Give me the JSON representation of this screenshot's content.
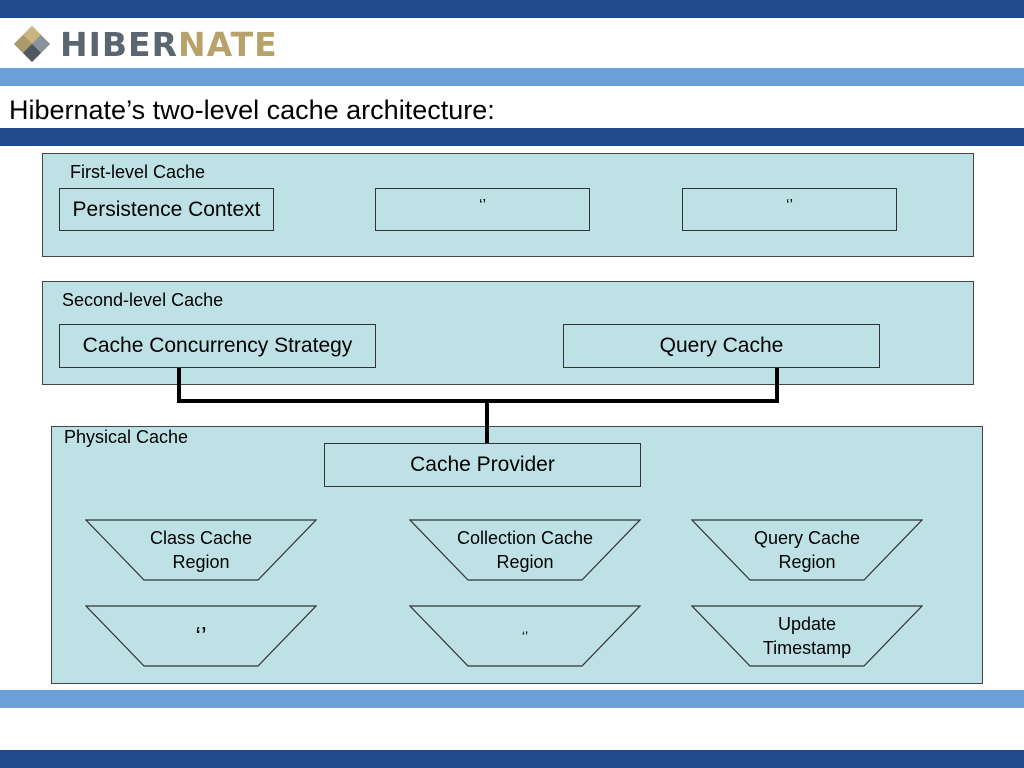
{
  "logo": {
    "part1": "HIBER",
    "part2": "NATE"
  },
  "slide_title": "Hibernate’s two-level cache architecture:",
  "first_level": {
    "label": "First-level Cache",
    "boxes": [
      "Persistence Context",
      "‘’",
      "‘’"
    ]
  },
  "second_level": {
    "label": "Second-level Cache",
    "boxes": [
      "Cache Concurrency Strategy",
      "Query Cache"
    ]
  },
  "physical": {
    "label": "Physical Cache",
    "provider": "Cache Provider",
    "regions_row1": [
      "Class Cache Region",
      "Collection Cache Region",
      "Query Cache Region"
    ],
    "regions_row2": [
      "‘’",
      "‘’",
      "Update Timestamp"
    ]
  },
  "colors": {
    "band_dark": "#1f4a8c",
    "band_light": "#6a9fd8",
    "panel_fill": "#bde1e4",
    "logo_gray": "#5b6670",
    "logo_gold": "#b9a26a"
  }
}
